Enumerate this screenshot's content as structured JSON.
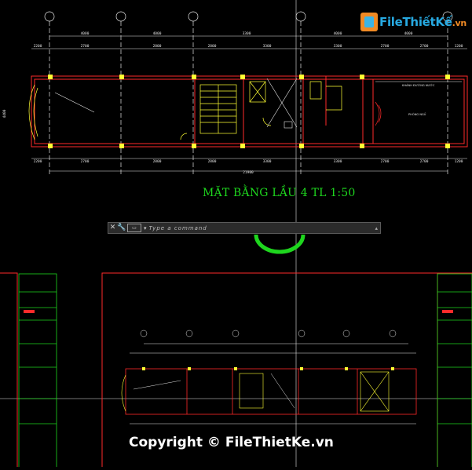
{
  "watermark": {
    "logo_main": "FileThiếtKế",
    "logo_domain": ".vn",
    "copyright": "Copyright © FileThietKe.vn"
  },
  "drawing": {
    "title": "MẶT BẰNG LẦU 4  TL 1:50",
    "dims_top": [
      "4000",
      "4000",
      "3300",
      "4000",
      "4000"
    ],
    "dims_mid": [
      "2200",
      "2700",
      "2800",
      "2800",
      "3300",
      "3300",
      "2700",
      "2700",
      "1200"
    ],
    "dims_bottom": [
      "2200",
      "2700",
      "2800",
      "2800",
      "3300",
      "3300",
      "2700",
      "2700",
      "1200"
    ],
    "dim_total": "21900",
    "side_dim": "4400",
    "room_label_1": "PHÒNG NGỦ",
    "room_label_2": "KHÁNH ĐƯỜNG NƯỚC",
    "colors": {
      "background": "#000000",
      "grid": "#e8e8e8",
      "wall": "#ff2020",
      "detail": "#ffff33",
      "accent": "#33ff33",
      "cyan": "#33dddd"
    }
  },
  "command_line": {
    "close_icon": "close-icon",
    "settings_icon": "wrench-icon",
    "prompt_icon": "command-prompt-icon",
    "placeholder": "Type a command"
  }
}
